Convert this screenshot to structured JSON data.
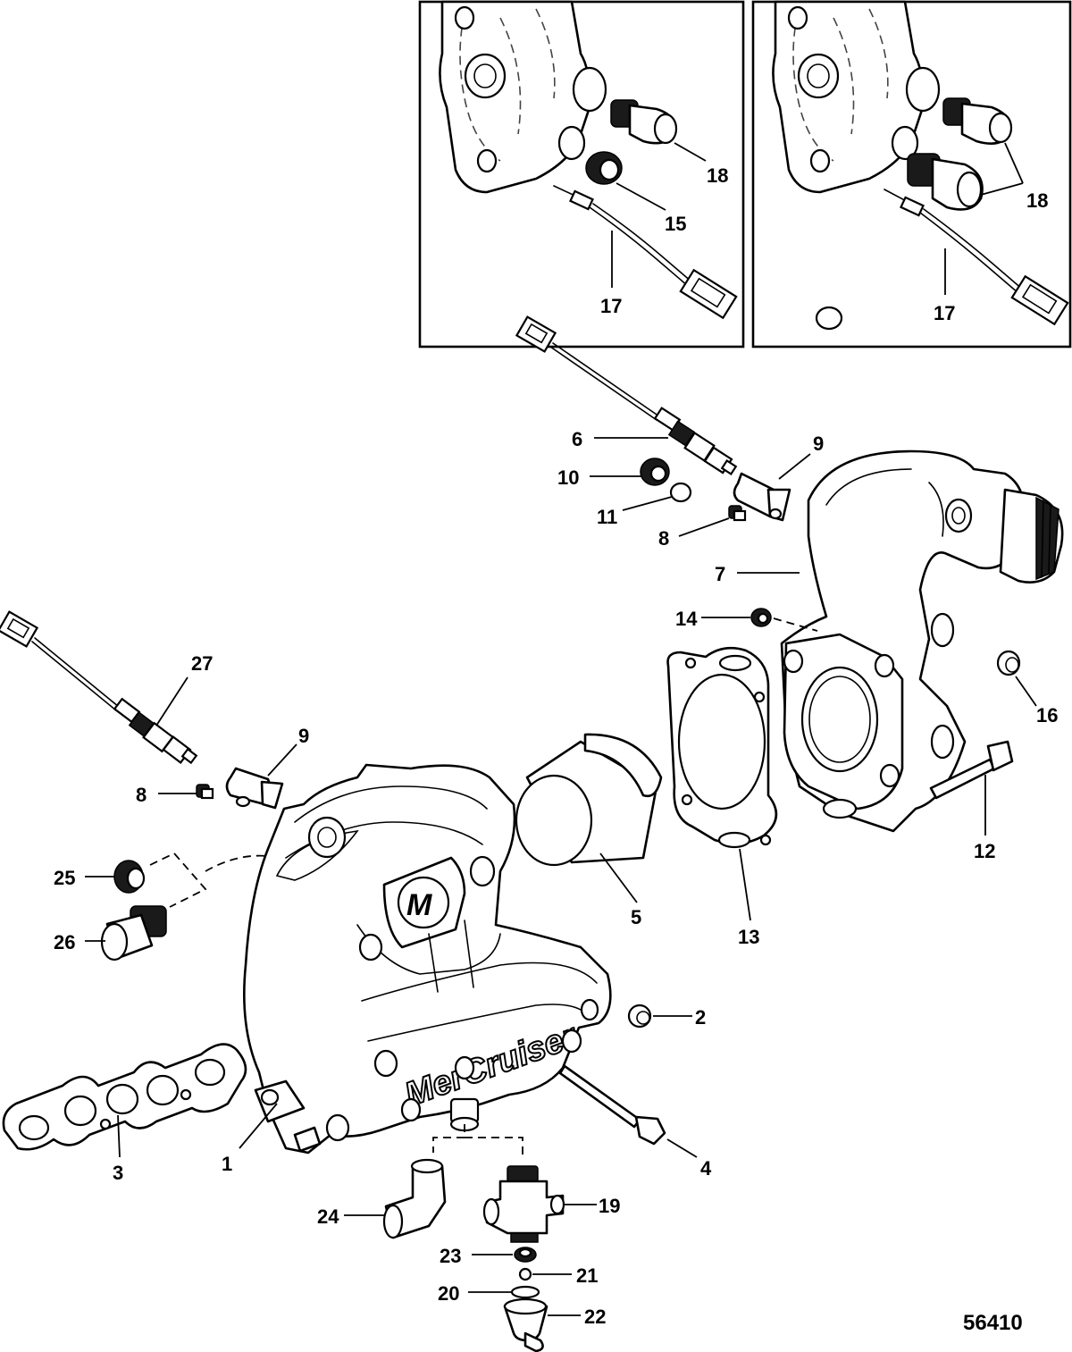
{
  "callouts": {
    "c1": "1",
    "c2": "2",
    "c3": "3",
    "c4": "4",
    "c5": "5",
    "c6": "6",
    "c7": "7",
    "c8a": "8",
    "c8b": "8",
    "c9a": "9",
    "c9b": "9",
    "c10": "10",
    "c11": "11",
    "c12": "12",
    "c13": "13",
    "c14": "14",
    "c15": "15",
    "c16": "16",
    "c17a": "17",
    "c17b": "17",
    "c18a": "18",
    "c18b": "18",
    "c19": "19",
    "c20": "20",
    "c21": "21",
    "c22": "22",
    "c23": "23",
    "c24": "24",
    "c25": "25",
    "c26": "26",
    "c27": "27"
  },
  "branding": {
    "manifold_logo_text": "MerCruiser",
    "logo_letter": "M"
  },
  "figure_number": "56410"
}
